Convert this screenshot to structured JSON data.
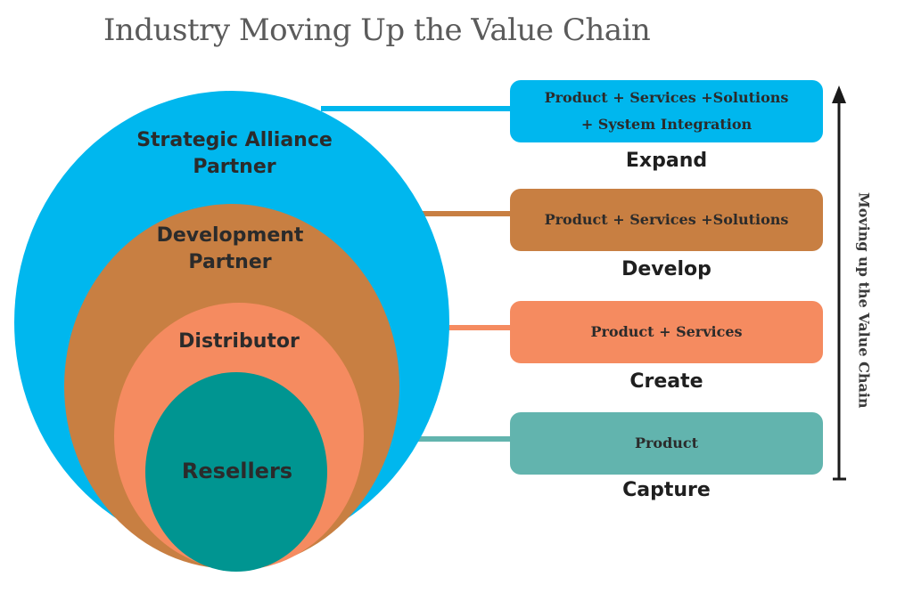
{
  "title": "Industry Moving Up the Value Chain",
  "colors": {
    "strategic": "#00b7ee",
    "development": "#c87f42",
    "distributor": "#f58b60",
    "resellers": "#009591",
    "product_box": "#62b4ae",
    "arrow": "#1a1a1a"
  },
  "rings": {
    "strategic": {
      "line1": "Strategic Alliance",
      "line2": "Partner"
    },
    "development": {
      "line1": "Development",
      "line2": "Partner"
    },
    "distributor": {
      "label": "Distributor"
    },
    "resellers": {
      "label": "Resellers"
    }
  },
  "stages": {
    "expand": {
      "box_line1": "Product + Services +Solutions",
      "box_line2": "+ System Integration",
      "label": "Expand"
    },
    "develop": {
      "box_line1": "Product + Services +Solutions",
      "label": "Develop"
    },
    "create": {
      "box_line1": "Product + Services",
      "label": "Create"
    },
    "capture": {
      "box_line1": "Product",
      "label": "Capture"
    }
  },
  "axis_label": "Moving up the Value Chain"
}
